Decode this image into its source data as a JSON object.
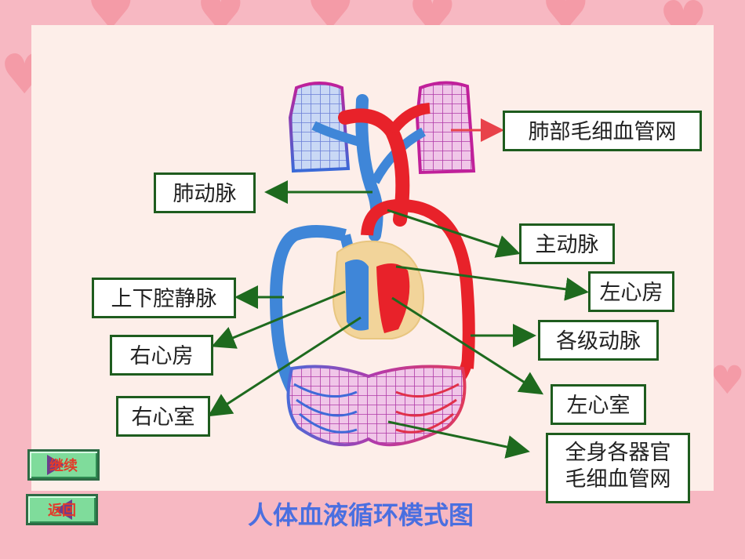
{
  "labels": {
    "pulmonary_capillary": "肺部毛细血管网",
    "pulmonary_artery": "肺动脉",
    "aorta": "主动脉",
    "vena_cava": "上下腔静脉",
    "left_atrium": "左心房",
    "arteries": "各级动脉",
    "right_atrium": "右心房",
    "left_ventricle": "左心室",
    "right_ventricle": "右心室",
    "body_capillary_line1": "全身各器官",
    "body_capillary_line2": "毛细血管网"
  },
  "nav": {
    "continue": "继续",
    "back": "返回"
  },
  "caption": "人体血液循环模式图",
  "colors": {
    "artery_red": "#e8222a",
    "vein_blue": "#3f86d8",
    "label_border": "#1e5c1e",
    "arrow_green": "#1e6a1e",
    "caption_blue": "#4a6fe0"
  }
}
